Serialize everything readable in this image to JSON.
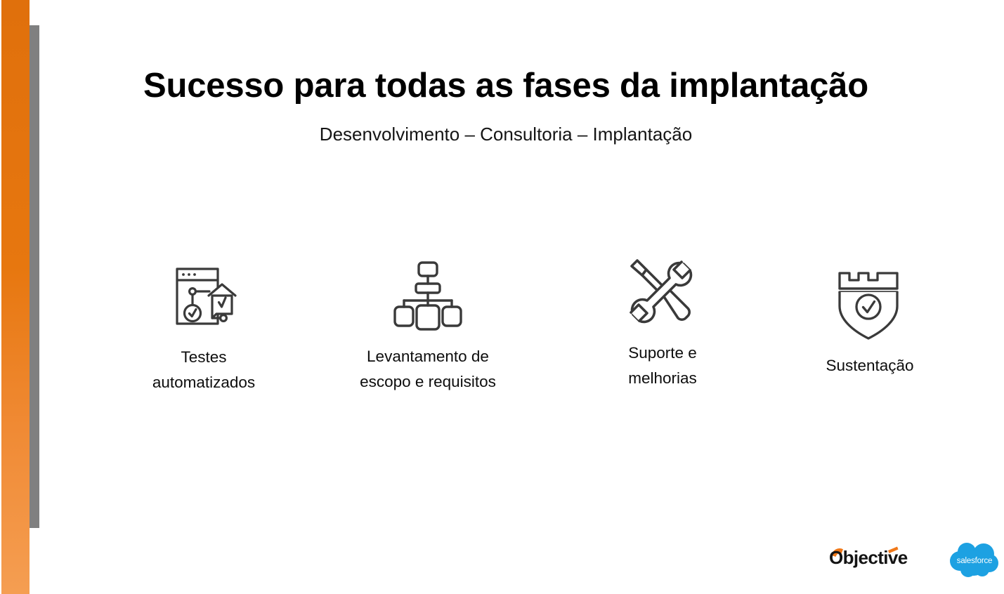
{
  "slide": {
    "title": "Sucesso para todas as fases da implantação",
    "subtitle": "Desenvolvimento – Consultoria – Implantação",
    "background_color": "#FFFFFF"
  },
  "decor": {
    "left_bar_orange_top": "#E0700C",
    "left_bar_orange_bottom": "#F59E52",
    "left_bar_gray": "#808080"
  },
  "items": [
    {
      "icon": "browser-test-flow-icon",
      "label": "Testes\nautomatizados",
      "line1": "Testes",
      "line2": "automatizados"
    },
    {
      "icon": "org-hierarchy-icon",
      "label": "Levantamento de\nescopo e requisitos",
      "line1": "Levantamento de",
      "line2": "escopo e requisitos"
    },
    {
      "icon": "wrench-screwdriver-icon",
      "label": "Suporte e\nmelhorias",
      "line1": "Suporte e",
      "line2": "melhorias"
    },
    {
      "icon": "shield-check-icon",
      "label": "Sustentação",
      "line1": "Sustentação",
      "line2": ""
    }
  ],
  "logos": {
    "objective": {
      "text": "Objective",
      "accent_color": "#F07818",
      "text_color": "#141414"
    },
    "salesforce": {
      "text": "salesforce",
      "cloud_color": "#1DA1E2",
      "text_color": "#FFFFFF"
    }
  }
}
